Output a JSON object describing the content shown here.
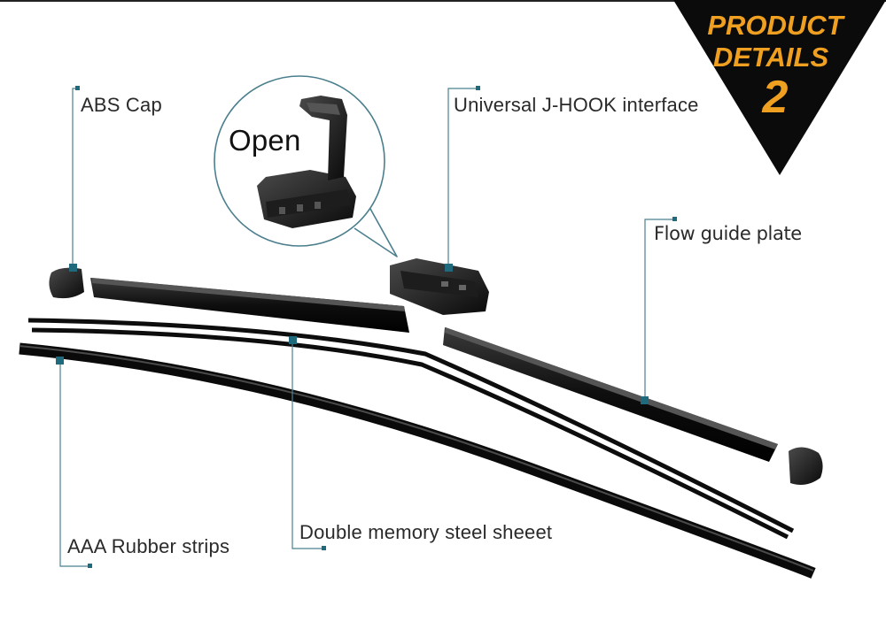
{
  "badge": {
    "line1": "PRODUCT",
    "line2": "DETAILS",
    "number": "2",
    "bg_color": "#0b0b0b",
    "text_color": "#f0a020"
  },
  "callout": {
    "open_label": "Open"
  },
  "labels": {
    "abs_cap": "ABS Cap",
    "j_hook": "Universal J-HOOK interface",
    "flow_guide": "Flow guide plate",
    "steel_sheet": "Double memory steel sheeet",
    "rubber_strips": "AAA Rubber strips"
  },
  "colors": {
    "leader_line": "#2b6f80",
    "part_dark": "#111111"
  }
}
